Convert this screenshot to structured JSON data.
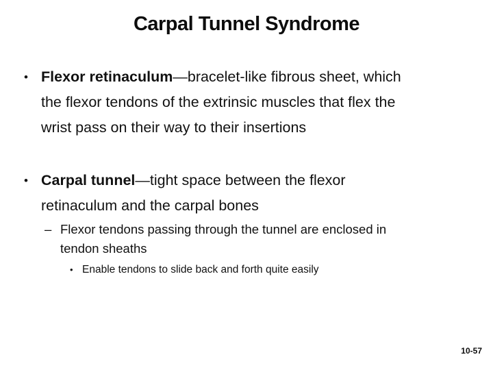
{
  "slide": {
    "title": "Carpal Tunnel Syndrome",
    "page_number": "10-57",
    "background_color": "#ffffff",
    "text_color": "#111111",
    "bullets": {
      "bullet1": {
        "marker": "•",
        "bold_lead": "Flexor retinaculum",
        "line1_rest": "—bracelet-like fibrous sheet, which",
        "line2": "the flexor tendons of the extrinsic muscles that flex the",
        "line3": "wrist pass on their way to their insertions"
      },
      "bullet2": {
        "marker": "•",
        "bold_lead": "Carpal tunnel",
        "line1_rest": "—tight space between the flexor",
        "line2": "retinaculum and the carpal bones"
      },
      "sub_bullet": {
        "marker": "–",
        "line1": "Flexor tendons passing through the tunnel are enclosed in",
        "line2": "tendon sheaths"
      },
      "sub_sub_bullet": {
        "marker": "•",
        "text": "Enable tendons to slide back and forth quite easily"
      }
    }
  }
}
